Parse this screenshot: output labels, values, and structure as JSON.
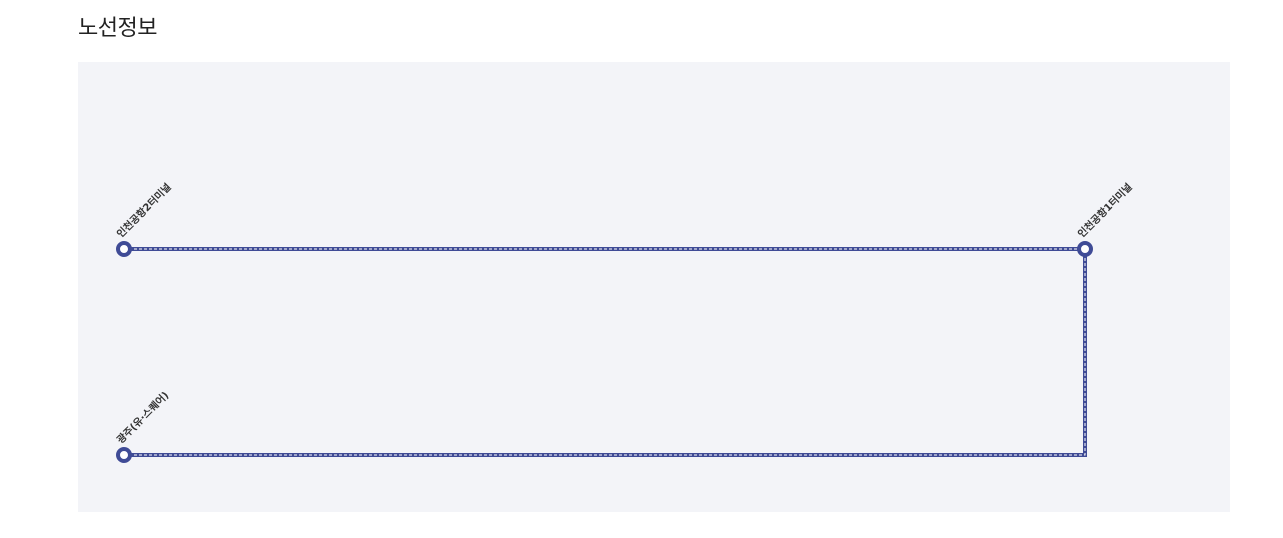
{
  "section": {
    "title": "노선정보"
  },
  "route": {
    "line_color": "#3f4b96",
    "background_color": "#f3f4f8",
    "stops": [
      {
        "name": "인천공항2터미널"
      },
      {
        "name": "인천공항1터미널"
      },
      {
        "name": "광주(유·스퀘어)"
      }
    ]
  }
}
